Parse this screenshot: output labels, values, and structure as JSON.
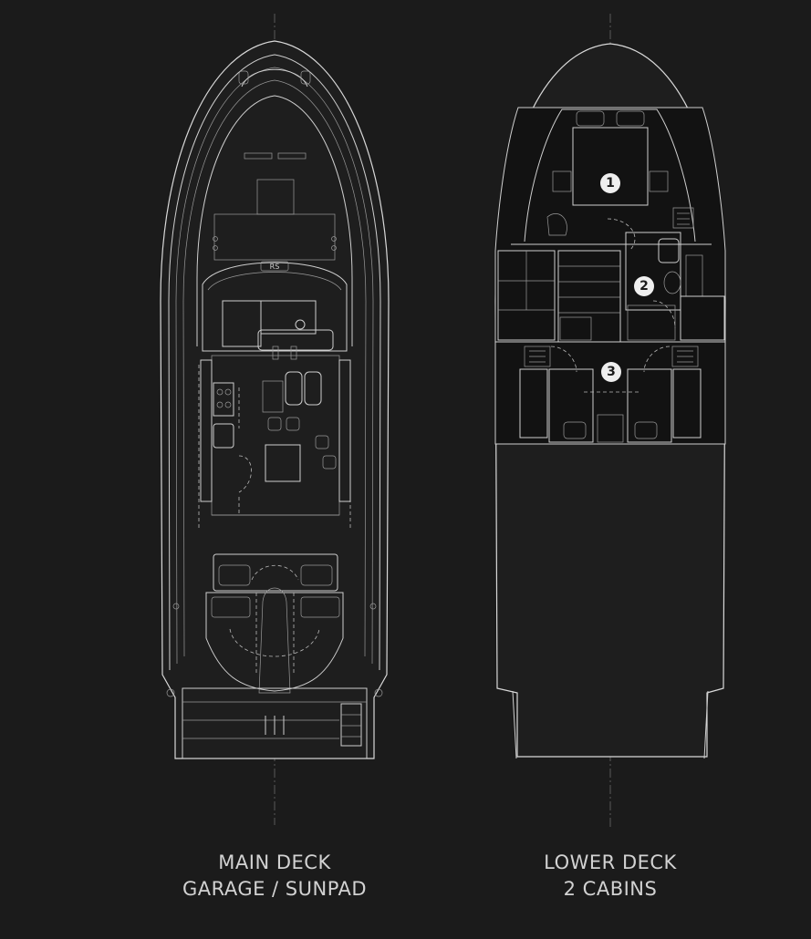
{
  "main_deck": {
    "title": "MAIN DECK",
    "subtitle": "GARAGE / SUNPAD",
    "logo_text": "RS"
  },
  "lower_deck": {
    "title": "LOWER DECK",
    "subtitle": "2 CABINS",
    "cabins": [
      "1",
      "2",
      "3"
    ]
  },
  "colors": {
    "background": "#1b1b1b",
    "line": "#cfcfcf",
    "badge": "#efefef"
  }
}
